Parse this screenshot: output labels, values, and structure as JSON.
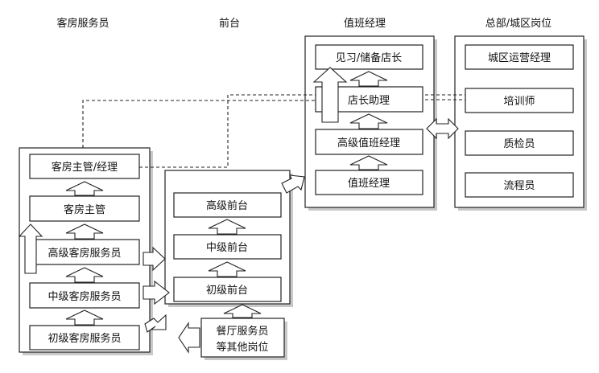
{
  "columns": {
    "housekeeping": "客房服务员",
    "front_desk": "前台",
    "duty_manager": "值班经理",
    "hq": "总部/城区岗位"
  },
  "housekeeping": {
    "manager": "客房主管/经理",
    "supervisor": "客房主管",
    "senior": "高级客房服务员",
    "mid": "中级客房服务员",
    "junior": "初级客房服务员"
  },
  "front_desk": {
    "senior": "高级前台",
    "mid": "中级前台",
    "junior": "初级前台"
  },
  "restaurant": {
    "line1": "餐厅服务员",
    "line2": "等其他岗位"
  },
  "duty_manager": {
    "trainee_manager": "见习/储备店长",
    "assistant_manager": "店长助理",
    "senior_duty": "高级值班经理",
    "duty": "值班经理"
  },
  "hq": {
    "district_ops": "城区运营经理",
    "trainer": "培训师",
    "qc": "质检员",
    "process": "流程员"
  }
}
